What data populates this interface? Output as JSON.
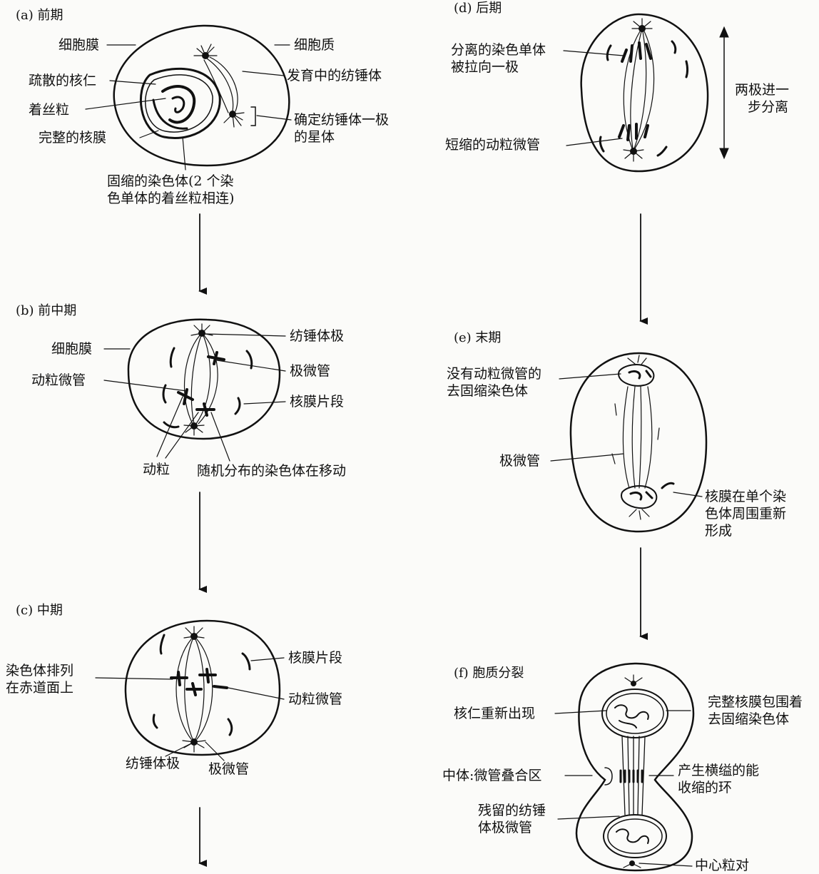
{
  "panels": {
    "a": {
      "title": "(a) 前期",
      "cell_membrane": "细胞膜",
      "cytoplasm": "细胞质",
      "nucleolus": "疏散的核仁",
      "centromere": "着丝粒",
      "developing_spindle": "发育中的纺锤体",
      "intact_envelope": "完整的核膜",
      "aster_line1": "确定纺锤体一极",
      "aster_line2": "的星体",
      "chromosome_line1": "固缩的染色体(2 个染",
      "chromosome_line2": "色单体的着丝粒相连)"
    },
    "b": {
      "title": "(b) 前中期",
      "cell_membrane": "细胞膜",
      "spindle_pole": "纺锤体极",
      "polar_mt": "极微管",
      "kinetochore_mt": "动粒微管",
      "envelope_fragment": "核膜片段",
      "kinetochore": "动粒",
      "moving_chromosomes": "随机分布的染色体在移动"
    },
    "c": {
      "title": "(c) 中期",
      "envelope_fragment": "核膜片段",
      "equator_line1": "染色体排列",
      "equator_line2": "在赤道面上",
      "kinetochore_mt": "动粒微管",
      "spindle_pole": "纺锤体极",
      "polar_mt": "极微管"
    },
    "d": {
      "title": "(d) 后期",
      "separated_line1": "分离的染色单体",
      "separated_line2": "被拉向一极",
      "poles_line1": "两极进一",
      "poles_line2": "步分离",
      "shortened_mt": "短缩的动粒微管"
    },
    "e": {
      "title": "(e) 末期",
      "decondensed_line1": "没有动粒微管的",
      "decondensed_line2": "去固缩染色体",
      "polar_mt": "极微管",
      "reform_line1": "核膜在单个染",
      "reform_line2": "色体周围重新",
      "reform_line3": "形成"
    },
    "f": {
      "title": "(f) 胞质分裂",
      "nucleolus_reappears": "核仁重新出现",
      "envelope_line1": "完整核膜包围着",
      "envelope_line2": "去固缩染色体",
      "midbody": "中体:微管叠合区",
      "ring_line1": "产生横缢的能",
      "ring_line2": "收缩的环",
      "residual_line1": "残留的纺锤",
      "residual_line2": "体极微管",
      "centriole_pair": "中心粒对"
    }
  }
}
